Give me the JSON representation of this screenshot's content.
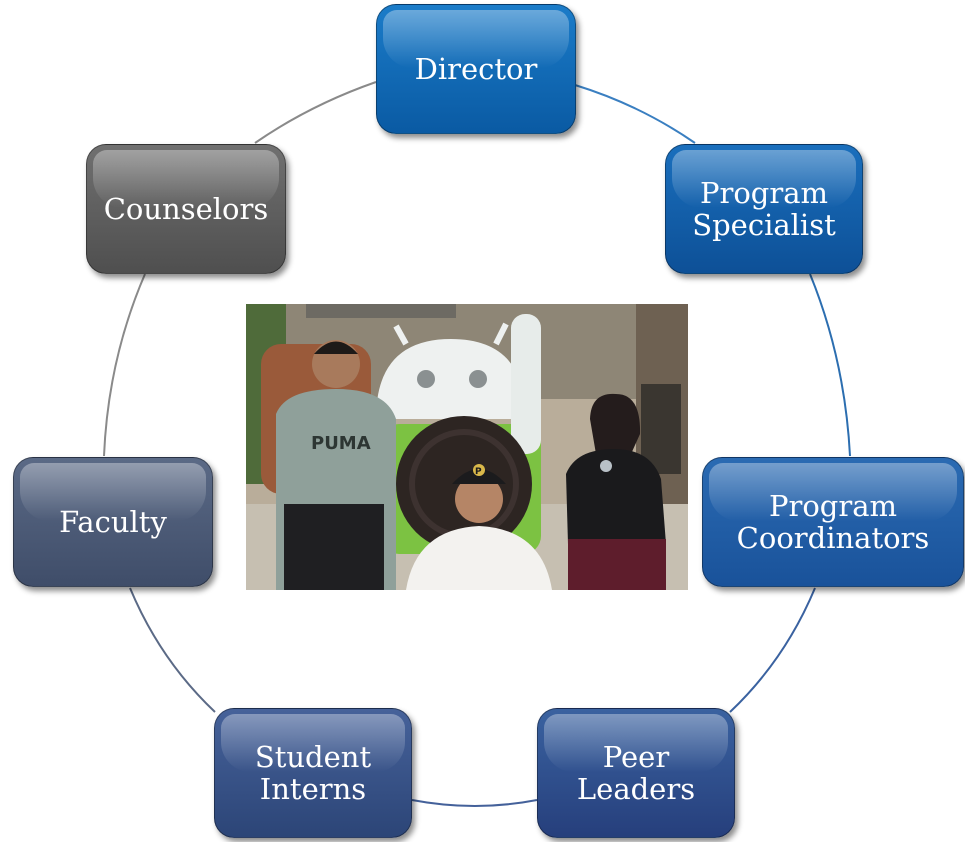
{
  "diagram": {
    "nodes": [
      {
        "id": "director",
        "label": "Director"
      },
      {
        "id": "specialist",
        "label": "Program\nSpecialist"
      },
      {
        "id": "coordinators",
        "label": "Program\nCoordinators"
      },
      {
        "id": "peer",
        "label": "Peer\nLeaders"
      },
      {
        "id": "interns",
        "label": "Student\nInterns"
      },
      {
        "id": "faculty",
        "label": "Faculty"
      },
      {
        "id": "counselors",
        "label": "Counselors"
      }
    ]
  },
  "photo": {
    "sweatshirt_text": "PUMA",
    "cap_letter": "P"
  },
  "colors": {
    "ring": "#8c8c8c",
    "director": "#0f66b2",
    "counselors": "#5f5f5f"
  }
}
